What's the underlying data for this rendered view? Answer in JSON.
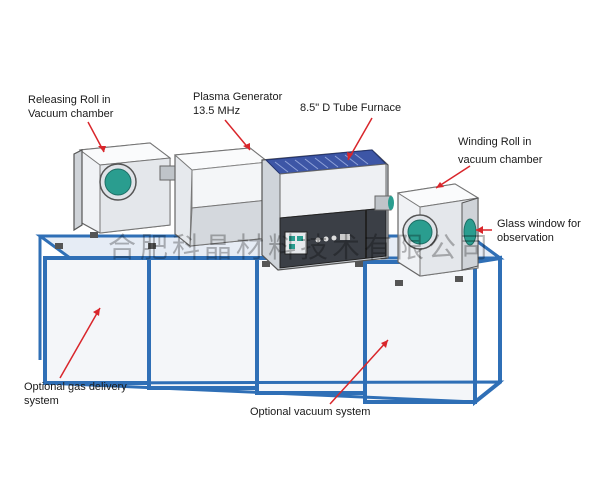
{
  "labels": {
    "releasing_roll": [
      "Releasing Roll in",
      "Vacuum chamber"
    ],
    "plasma_generator": [
      "Plasma Generator",
      "13.5 MHz"
    ],
    "tube_furnace": [
      "8.5\" D Tube Furnace"
    ],
    "winding_roll": [
      "Winding Roll in",
      "vacuum chamber"
    ],
    "glass_window": [
      "Glass window for",
      "observation"
    ],
    "gas_delivery": [
      "Optional gas delivery",
      "system"
    ],
    "vacuum_system": [
      "Optional vacuum system"
    ]
  },
  "watermark": "合肥科晶材料技术有限公司",
  "colors": {
    "frame_blue": "#2f6fb6",
    "chamber_gray": "#e9ecef",
    "window_teal": "#2a9d8f",
    "furnace_top": "#3d56a6",
    "leader_red": "#d9262b"
  }
}
